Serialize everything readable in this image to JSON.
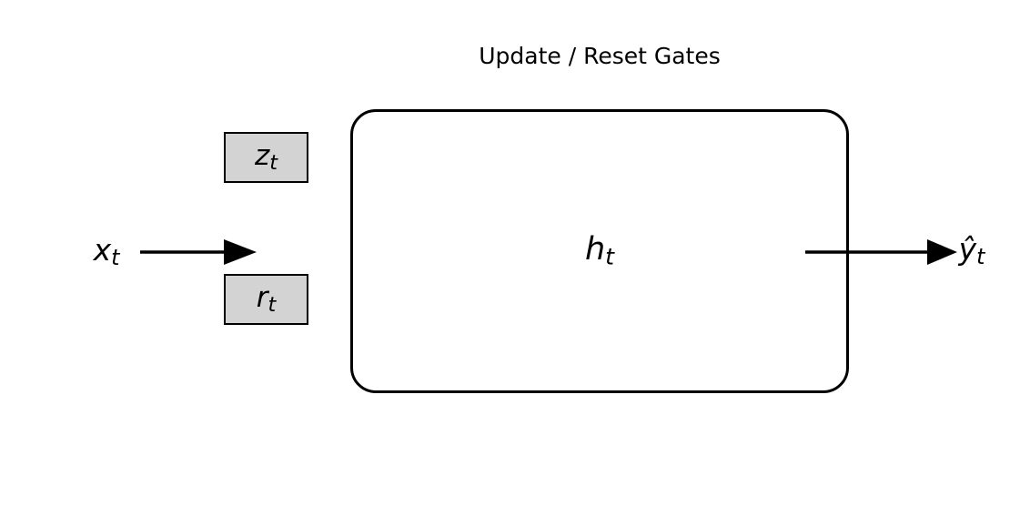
{
  "diagram": {
    "title": "Update / Reset Gates",
    "hidden_state": {
      "base": "h",
      "sub": "t"
    },
    "update_gate": {
      "base": "z",
      "sub": "t"
    },
    "reset_gate": {
      "base": "r",
      "sub": "t"
    },
    "input": {
      "base": "x",
      "sub": "t"
    },
    "output": {
      "base": "ŷ",
      "sub": "t"
    },
    "colors": {
      "gate_fill": "#d3d3d3",
      "stroke": "#000000",
      "background": "#ffffff"
    }
  }
}
